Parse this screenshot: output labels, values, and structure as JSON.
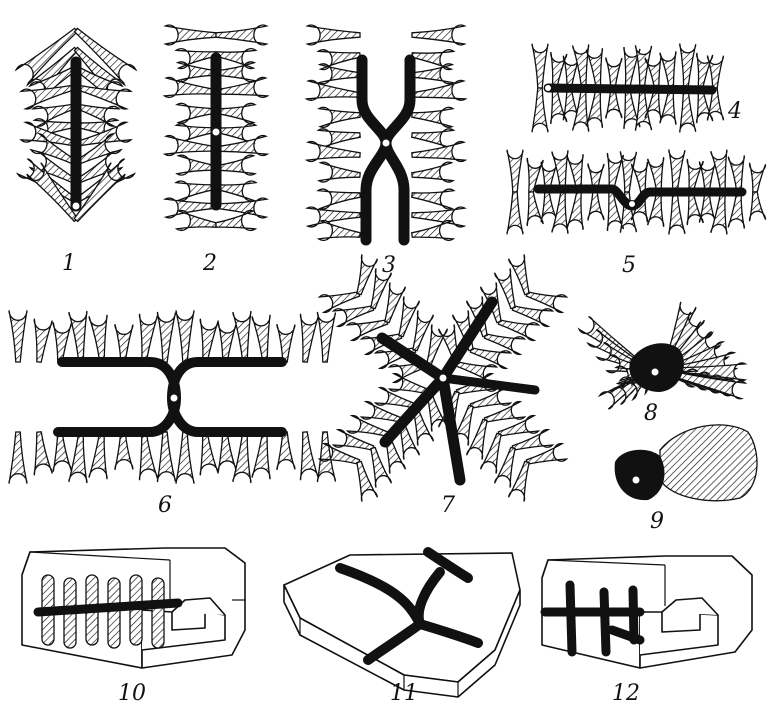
{
  "figures": [
    {
      "label": "1"
    },
    {
      "label": "2"
    },
    {
      "label": "3"
    },
    {
      "label": "4"
    },
    {
      "label": "5"
    },
    {
      "label": "6"
    },
    {
      "label": "7"
    },
    {
      "label": "8"
    },
    {
      "label": "9"
    },
    {
      "label": "10"
    },
    {
      "label": "11"
    },
    {
      "label": "12"
    }
  ],
  "colors": {
    "ink": "#111111",
    "paper": "#ffffff"
  }
}
